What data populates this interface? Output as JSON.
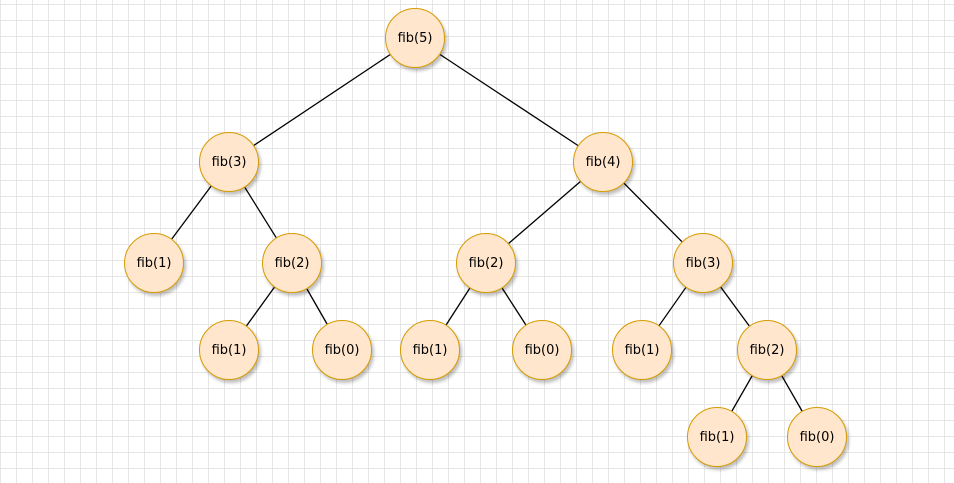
{
  "colors": {
    "node_fill": "#ffe6cc",
    "node_border": "#d79b00",
    "edge": "#000000",
    "grid": "#e6e6e6"
  },
  "nodes": [
    {
      "id": "n0",
      "label": "fib(5)"
    },
    {
      "id": "n1",
      "label": "fib(3)"
    },
    {
      "id": "n2",
      "label": "fib(4)"
    },
    {
      "id": "n3",
      "label": "fib(1)"
    },
    {
      "id": "n4",
      "label": "fib(2)"
    },
    {
      "id": "n5",
      "label": "fib(2)"
    },
    {
      "id": "n6",
      "label": "fib(3)"
    },
    {
      "id": "n7",
      "label": "fib(1)"
    },
    {
      "id": "n8",
      "label": "fib(0)"
    },
    {
      "id": "n9",
      "label": "fib(1)"
    },
    {
      "id": "n10",
      "label": "fib(0)"
    },
    {
      "id": "n11",
      "label": "fib(1)"
    },
    {
      "id": "n12",
      "label": "fib(2)"
    },
    {
      "id": "n13",
      "label": "fib(1)"
    },
    {
      "id": "n14",
      "label": "fib(0)"
    }
  ],
  "edges": [
    [
      "n0",
      "n1"
    ],
    [
      "n0",
      "n2"
    ],
    [
      "n1",
      "n3"
    ],
    [
      "n1",
      "n4"
    ],
    [
      "n4",
      "n7"
    ],
    [
      "n4",
      "n8"
    ],
    [
      "n2",
      "n5"
    ],
    [
      "n2",
      "n6"
    ],
    [
      "n5",
      "n9"
    ],
    [
      "n5",
      "n10"
    ],
    [
      "n6",
      "n11"
    ],
    [
      "n6",
      "n12"
    ],
    [
      "n12",
      "n13"
    ],
    [
      "n12",
      "n14"
    ]
  ]
}
